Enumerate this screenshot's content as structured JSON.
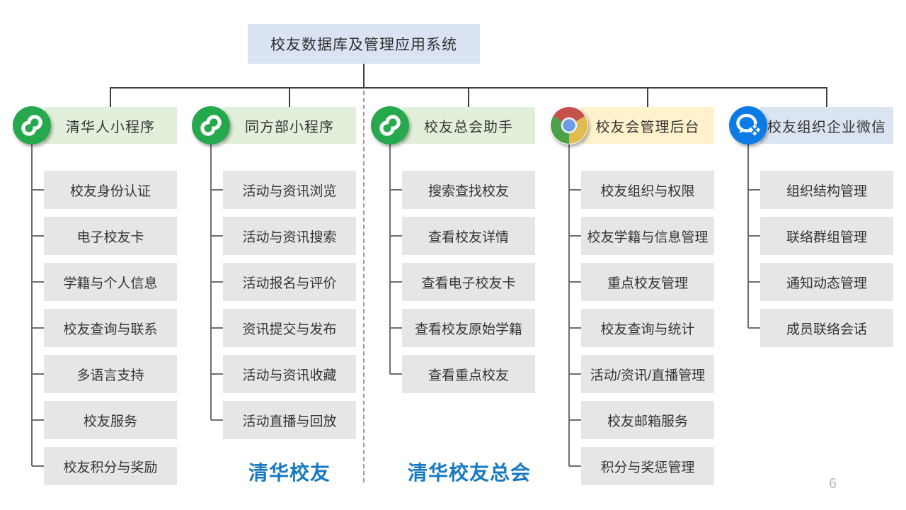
{
  "page": {
    "page_number": "6"
  },
  "root": {
    "title": "校友数据库及管理应用系统"
  },
  "columns": [
    {
      "title": "清华人小程序",
      "icon": "wechat-miniprogram-icon",
      "theme": "green",
      "items": [
        "校友身份认证",
        "电子校友卡",
        "学籍与个人信息",
        "校友查询与联系",
        "多语言支持",
        "校友服务",
        "校友积分与奖励"
      ]
    },
    {
      "title": "同方部小程序",
      "icon": "wechat-miniprogram-icon",
      "theme": "green",
      "items": [
        "活动与资讯浏览",
        "活动与资讯搜索",
        "活动报名与评价",
        "资讯提交与发布",
        "活动与资讯收藏",
        "活动直播与回放"
      ]
    },
    {
      "title": "校友总会助手",
      "icon": "wechat-miniprogram-icon",
      "theme": "green",
      "items": [
        "搜索查找校友",
        "查看校友详情",
        "查看电子校友卡",
        "查看校友原始学籍",
        "查看重点校友"
      ]
    },
    {
      "title": "校友会管理后台",
      "icon": "chrome-icon",
      "theme": "yellow",
      "items": [
        "校友组织与权限",
        "校友学籍与信息管理",
        "重点校友管理",
        "校友查询与统计",
        "活动/资讯/直播管理",
        "校友邮箱服务",
        "积分与奖惩管理"
      ]
    },
    {
      "title": "校友组织企业微信",
      "icon": "wechat-work-icon",
      "theme": "blue",
      "items": [
        "组织结构管理",
        "联络群组管理",
        "通知动态管理",
        "成员联络会话"
      ]
    }
  ],
  "footer_labels": [
    {
      "text": "清华校友"
    },
    {
      "text": "清华校友总会"
    }
  ],
  "colors": {
    "root_bg": "#dae3f3",
    "green_header_bg": "#e2efda",
    "yellow_header_bg": "#fff2cc",
    "blue_header_bg": "#dbe5f1",
    "item_bg": "#e7e6e6",
    "text": "#353535",
    "footer_label_blue": "#1779c1",
    "miniprogram_green": "#26a94d",
    "wework_blue": "#0b7ce6",
    "chrome_red": "#c5514b",
    "chrome_green": "#4aa147",
    "chrome_yellow": "#e2bb4e",
    "chrome_blue": "#6e9be5",
    "page_number_gray": "#bcbcbc"
  }
}
